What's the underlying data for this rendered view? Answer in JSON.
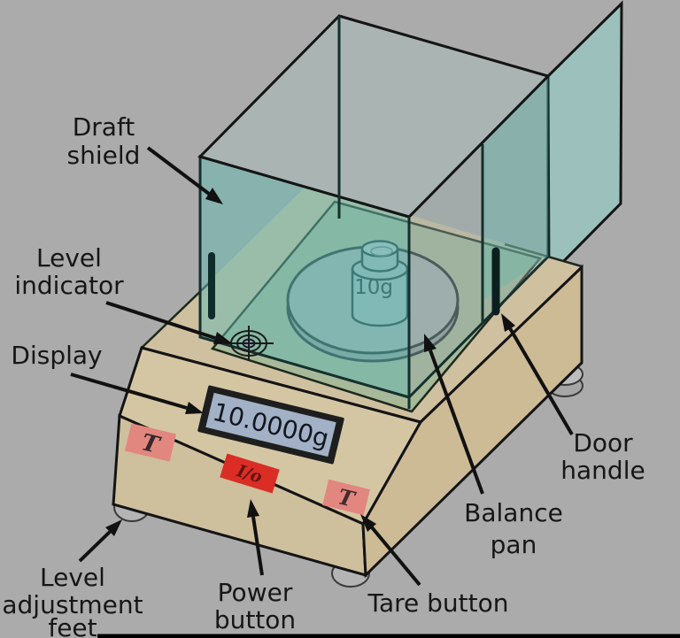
{
  "diagram": {
    "subject": "Analytical balance with draft shield",
    "display": {
      "value": "10.0000g"
    },
    "weight": {
      "label": "10g"
    },
    "buttons": {
      "tare_left": "T",
      "power": "I/o",
      "tare_right": "T"
    },
    "labels": {
      "draft_shield": {
        "lines": [
          "Draft",
          "shield"
        ]
      },
      "level_indicator": {
        "lines": [
          "Level",
          "indicator"
        ]
      },
      "display": {
        "lines": [
          "Display"
        ]
      },
      "level_adjustment_feet": {
        "lines": [
          "Level",
          "adjustment",
          "feet"
        ]
      },
      "power_button": {
        "lines": [
          "Power",
          "button"
        ]
      },
      "tare_button": {
        "lines": [
          "Tare button"
        ]
      },
      "balance_pan": {
        "lines": [
          "Balance",
          "pan"
        ]
      },
      "door_handle": {
        "lines": [
          "Door",
          "handle"
        ]
      }
    },
    "colors": {
      "background": "#ababab",
      "label_text": "#161616",
      "glass_top": "#a9b4b3",
      "glass_teal": "rgba(100,185,178,0.5)",
      "glass_gray": "rgba(150,170,168,0.38)",
      "glass_teal_overlay": "rgba(90,185,175,0.35)",
      "door_glass": "#9cc1bd",
      "base_top": "#cfc0a0",
      "base_front_upper": "#d5c6a3",
      "base_front_lower": "#cebf9d",
      "base_side": "#cdbb96",
      "platform_green": "#a7b999",
      "pan_gray": "#a3b1b0",
      "pan_rim": "#8e9c9c",
      "weight_body": "#9fb9bd",
      "weight_top": "#aec3c6",
      "lcd_blue": "#a2b1c5",
      "display_frame": "#1e1e1e",
      "tare_button_pink": "#e28680",
      "power_button_red": "#da2d25",
      "foot_gray": "#b4b4b4",
      "bubble_blue": "#7fa3c2"
    }
  }
}
